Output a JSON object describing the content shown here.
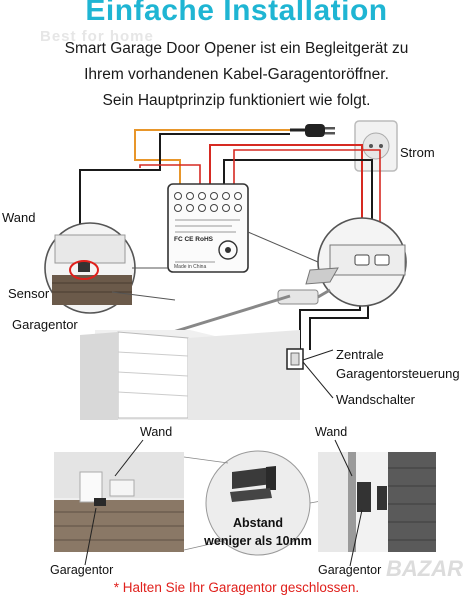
{
  "watermark_top": "Best for home",
  "watermark_bottom": "BAZAR",
  "title": "Einfache Installation",
  "intro": {
    "line1": "Smart Garage Door Opener ist ein Begleitgerät zu",
    "line2": "Ihrem vorhandenen Kabel-Garagentoröffner.",
    "line3": "Sein Hauptprinzip funktioniert wie folgt."
  },
  "labels": {
    "strom": "Strom",
    "wand": "Wand",
    "sensor": "Sensor",
    "garagentor": "Garagentor",
    "zentrale_line1": "Zentrale",
    "zentrale_line2": "Garagentorsteuerung",
    "wandschalter": "Wandschalter",
    "bottom_left_wand": "Wand",
    "bottom_right_wand": "Wand",
    "bottom_left_garagentor": "Garagentor",
    "bottom_right_garagentor": "Garagentor",
    "abstand_line1": "Abstand",
    "abstand_line2": "weniger als 10mm"
  },
  "module_text": {
    "brand_marks": "FC CE RoHS",
    "made_in": "Made in China"
  },
  "note": "* Halten Sie Ihr Garagentor geschlossen.",
  "colors": {
    "title": "#1fb5d3",
    "note": "#e0201c",
    "wire_orange": "#e8962a",
    "wire_red": "#d62a22",
    "wire_black": "#1a1a1a",
    "highlight_circle": "#e0201c"
  }
}
